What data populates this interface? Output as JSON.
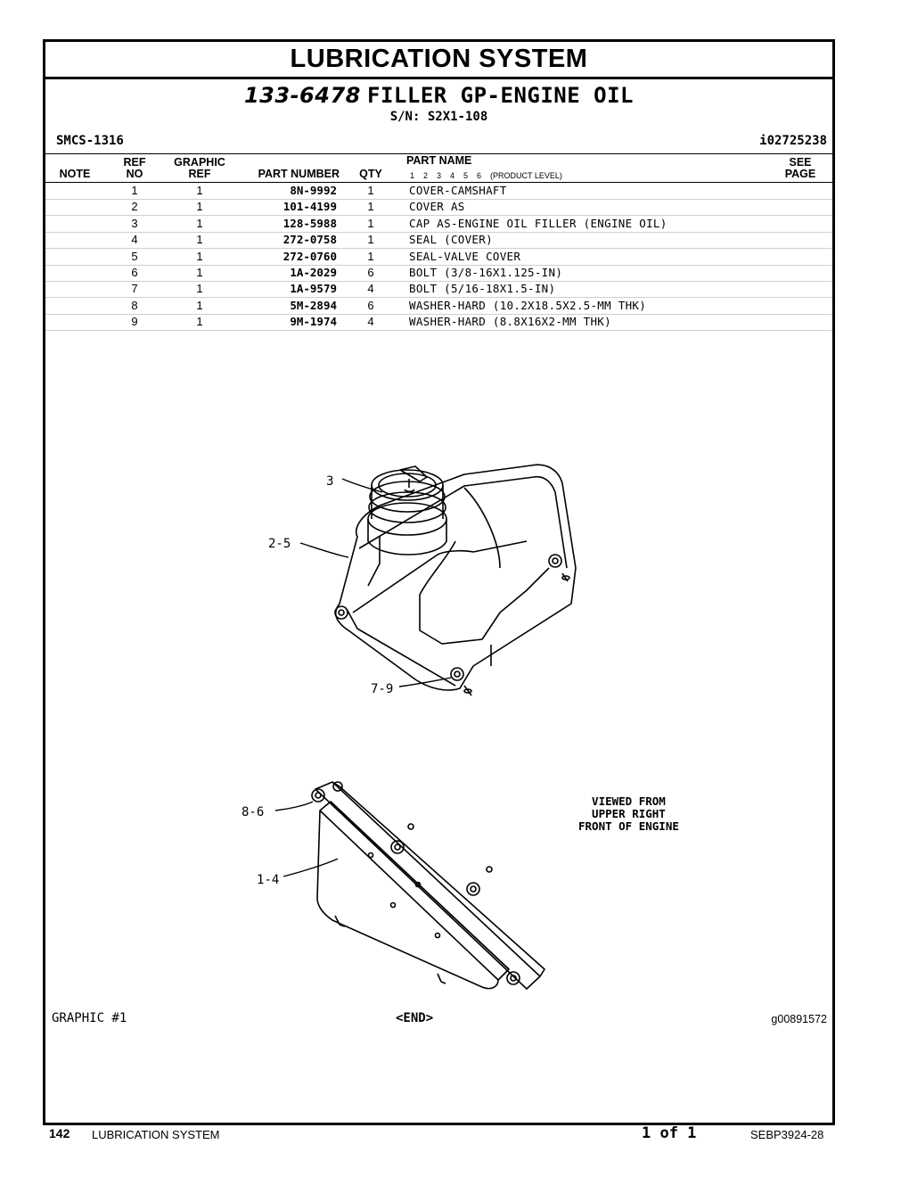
{
  "page": {
    "section_title": "LUBRICATION SYSTEM",
    "group_part_number": "133-6478",
    "group_name": "FILLER GP-ENGINE OIL",
    "serial": "S/N: S2X1-108",
    "smcs": "SMCS-1316",
    "doc_id": "i02725238"
  },
  "table": {
    "headers": {
      "note": "NOTE",
      "ref_top": "REF",
      "ref_bottom": "NO",
      "graphic_top": "GRAPHIC",
      "graphic_bottom": "REF",
      "part_number": "PART NUMBER",
      "qty": "QTY",
      "part_name": "PART NAME",
      "levels": "1    2    3    4    5    6    (PRODUCT LEVEL)",
      "see_top": "SEE",
      "see_bottom": "PAGE"
    },
    "rows": [
      {
        "ref": "1",
        "graphic": "1",
        "part_number": "8N-9992",
        "qty": "1",
        "name": "COVER-CAMSHAFT"
      },
      {
        "ref": "2",
        "graphic": "1",
        "part_number": "101-4199",
        "qty": "1",
        "name": "COVER AS"
      },
      {
        "ref": "3",
        "graphic": "1",
        "part_number": "128-5988",
        "qty": "1",
        "name": "CAP AS-ENGINE OIL FILLER (ENGINE OIL)"
      },
      {
        "ref": "4",
        "graphic": "1",
        "part_number": "272-0758",
        "qty": "1",
        "name": "SEAL (COVER)"
      },
      {
        "ref": "5",
        "graphic": "1",
        "part_number": "272-0760",
        "qty": "1",
        "name": "SEAL-VALVE COVER"
      },
      {
        "ref": "6",
        "graphic": "1",
        "part_number": "1A-2029",
        "qty": "6",
        "name": "BOLT (3/8-16X1.125-IN)"
      },
      {
        "ref": "7",
        "graphic": "1",
        "part_number": "1A-9579",
        "qty": "4",
        "name": "BOLT (5/16-18X1.5-IN)"
      },
      {
        "ref": "8",
        "graphic": "1",
        "part_number": "5M-2894",
        "qty": "6",
        "name": "WASHER-HARD (10.2X18.5X2.5-MM THK)"
      },
      {
        "ref": "9",
        "graphic": "1",
        "part_number": "9M-1974",
        "qty": "4",
        "name": "WASHER-HARD (8.8X16X2-MM THK)"
      }
    ]
  },
  "drawing": {
    "callouts": {
      "c3": "3",
      "c2_5": "2-5",
      "c7_9": "7-9",
      "c8_6": "8-6",
      "c1_4": "1-4"
    },
    "view_note": [
      "VIEWED FROM",
      "UPPER RIGHT",
      "FRONT OF ENGINE"
    ],
    "graphic_label": "GRAPHIC #1",
    "end_label": "<END>",
    "graphic_id": "g00891572"
  },
  "footer": {
    "page_number": "142",
    "section": "LUBRICATION SYSTEM",
    "page_of": "1 of 1",
    "publication": "SEBP3924-28"
  }
}
